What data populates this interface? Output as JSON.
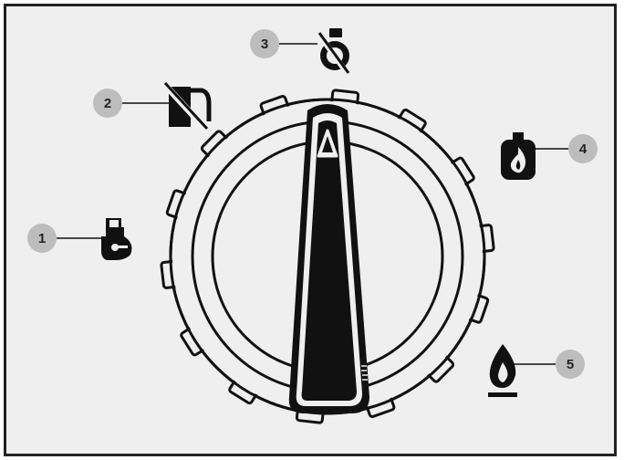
{
  "diagram": {
    "colors": {
      "background": "#efefef",
      "frame": "#222222",
      "ink": "#111111",
      "knob_body": "#efefef",
      "callout_badge": "#bdbdbd"
    },
    "knob": {
      "pointer_icon": "triangle-indicator-icon"
    },
    "callouts": [
      {
        "number": "1",
        "icon": "fuel-tank-key-icon"
      },
      {
        "number": "2",
        "icon": "no-fuel-icon"
      },
      {
        "number": "3",
        "icon": "no-gas-bottle-icon"
      },
      {
        "number": "4",
        "icon": "gas-bottle-flame-icon"
      },
      {
        "number": "5",
        "icon": "flame-icon"
      }
    ]
  }
}
